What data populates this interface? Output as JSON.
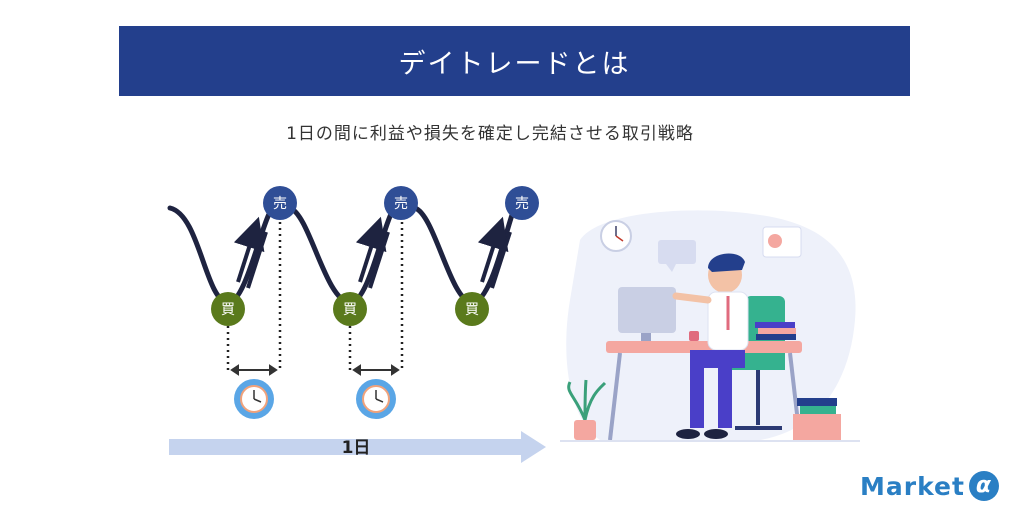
{
  "header": {
    "title": "デイトレードとは"
  },
  "subtitle": "1日の間に利益や損失を確定し完結させる取引戦略",
  "diagram": {
    "sell_label": "売",
    "buy_label": "買",
    "day_label": "1日",
    "colors": {
      "curve": "#1e2340",
      "sell": "#2f4e96",
      "buy": "#5a7a1c",
      "arrow_bar": "#c5d3ee",
      "clock": "#5aa6e6"
    }
  },
  "logo": {
    "text": "Market",
    "mark": "α"
  }
}
